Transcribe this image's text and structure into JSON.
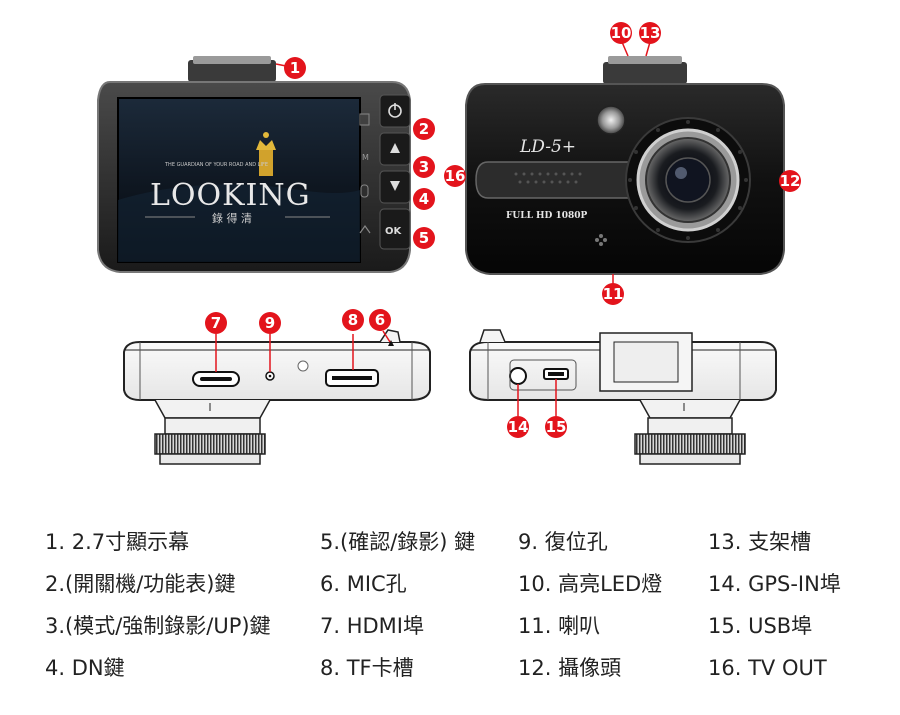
{
  "screen": {
    "tagline": "THE GUARDIAN OF YOUR ROAD AND LIFE",
    "brand": "LOOKING",
    "brand_cn": "錄 得 清"
  },
  "device": {
    "model": "LD-5+",
    "resolution": "FULL HD 1080P"
  },
  "button_icons": [
    "power-icon",
    "mode-icon",
    "up-icon",
    "down-icon",
    "ok-button"
  ],
  "ok_label": "OK",
  "badge_color": "#e3141c",
  "badges": [
    "1",
    "2",
    "3",
    "4",
    "5",
    "16",
    "10",
    "13",
    "12",
    "11",
    "7",
    "9",
    "8",
    "6",
    "14",
    "15"
  ],
  "legend": [
    "1. 2.7寸顯示幕",
    "2.(開關機/功能表)鍵",
    "3.(模式/強制錄影/UP)鍵",
    "4. DN鍵",
    "5.(確認/錄影) 鍵",
    "6. MIC孔",
    "7. HDMI埠",
    "8. TF卡槽",
    "9. 復位孔",
    "10. 高亮LED燈",
    "11. 喇叭",
    "12. 攝像頭",
    "13. 支架槽",
    "14. GPS-IN埠",
    "15. USB埠",
    "16. TV OUT"
  ]
}
